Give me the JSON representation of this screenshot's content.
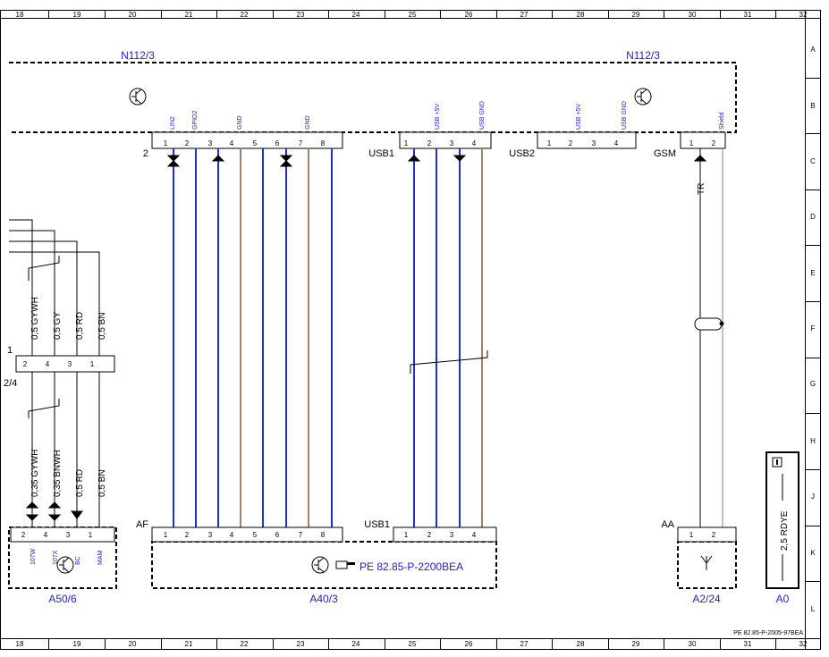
{
  "grid": {
    "columns": [
      "18",
      "19",
      "20",
      "21",
      "22",
      "23",
      "24",
      "25",
      "26",
      "27",
      "28",
      "29",
      "30",
      "31",
      "32"
    ],
    "rows": [
      "A",
      "B",
      "C",
      "D",
      "E",
      "F",
      "G",
      "H",
      "J",
      "K",
      "L"
    ]
  },
  "colors": {
    "wire_blue": "#1f2fd6",
    "wire_brown": "#a0826d",
    "label_blue": "#2222cc",
    "frame": "#000000"
  },
  "modules": {
    "n112_left": "N112/3",
    "n112_right": "N112/3",
    "a50": "A50/6",
    "a40": "A40/3",
    "a2": "A2/24",
    "a0": "A0",
    "connector_left_frag": "1",
    "connector_left_frag_name": "2/4"
  },
  "connectors": {
    "n112_c2": "2",
    "n112_usb1": "USB1",
    "n112_usb2": "USB2",
    "n112_gsm": "GSM",
    "af": "AF",
    "usb1_bottom": "USB1",
    "aa": "AA"
  },
  "pins": {
    "c2": [
      "1",
      "2",
      "3",
      "4",
      "5",
      "6",
      "7",
      "8"
    ],
    "usb": [
      "1",
      "2",
      "3",
      "4"
    ],
    "gsm": [
      "1",
      "2"
    ],
    "a50": [
      "2",
      "4",
      "3",
      "1"
    ],
    "mid": [
      "2",
      "4",
      "3",
      "1"
    ]
  },
  "signals": {
    "c2": [
      "LIN2",
      "GPIO2",
      "",
      "GND",
      "",
      "",
      "GND",
      ""
    ],
    "usb1": [
      "",
      "USB +5V",
      "",
      "USB GND"
    ],
    "usb2": [
      "",
      "USB +5V",
      "",
      "USB GND"
    ],
    "gsm": [
      "",
      "Shield"
    ],
    "a50": [
      "107W",
      "107X",
      "BC",
      "MAM"
    ]
  },
  "wires": {
    "upper_left": [
      "0,5 GYWH",
      "0,5 GY",
      "0,5 RD",
      "0,5 BN"
    ],
    "lower_left": [
      "0,35 GYWH",
      "0,35 BNWH",
      "0,5 RD",
      "0,5 BN"
    ],
    "tr": "TR",
    "a0_wire": "2,5 RDYE"
  },
  "references": {
    "a40_ref": "PE 82.85-P-2200BEA",
    "page_ref": "PE 82.85-P-2005-97BEA"
  },
  "icons": {
    "transistor": "transistor-symbol-icon",
    "hand": "pointing-hand-icon",
    "antenna": "antenna-icon",
    "info": "info-icon"
  }
}
